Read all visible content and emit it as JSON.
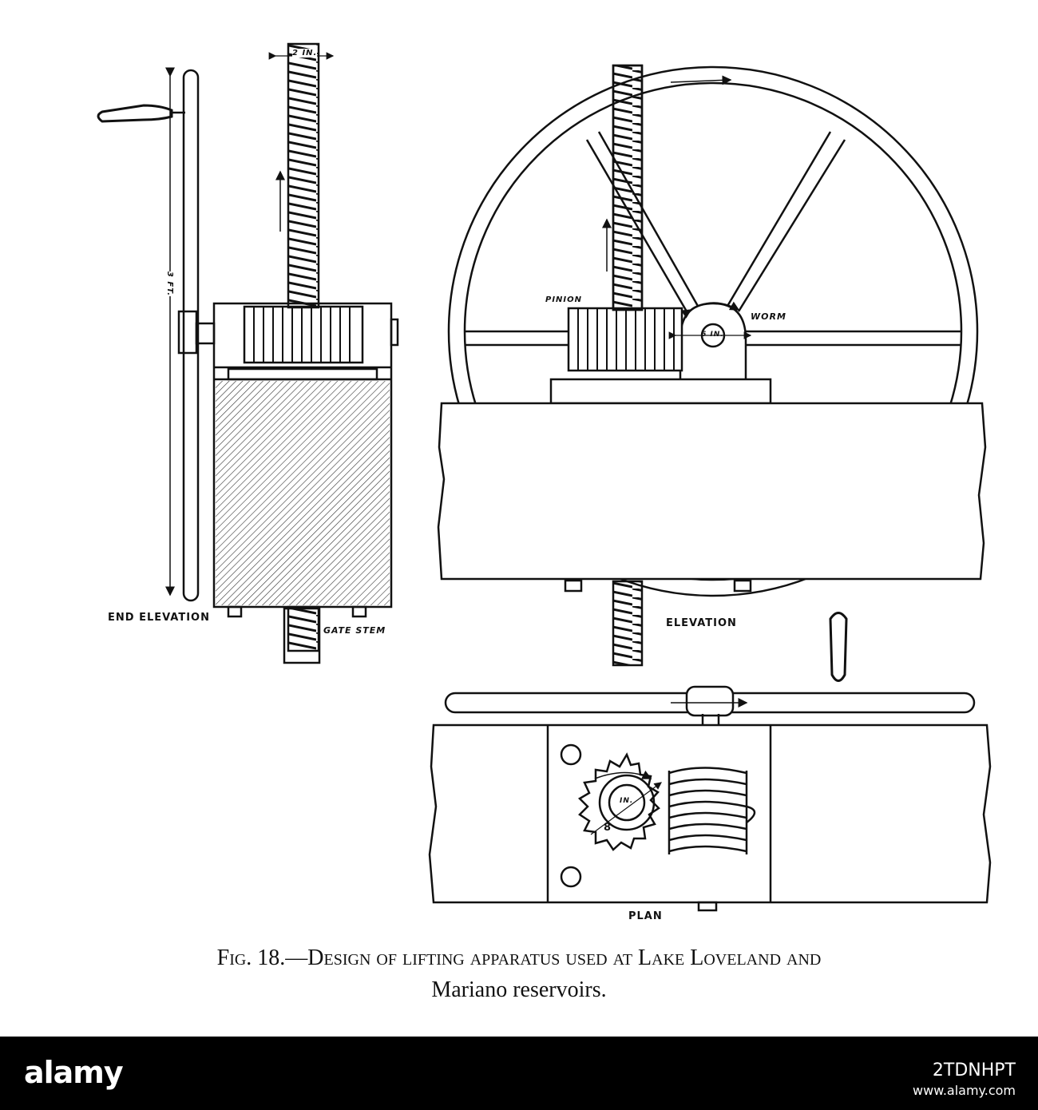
{
  "labels": {
    "end_elevation": "END ELEVATION",
    "gate_stem": "GATE STEM",
    "elevation": "ELEVATION",
    "plan": "PLAN",
    "pinion": "PINION",
    "worm": "WORM",
    "dim_stem": "2 IN.",
    "dim_height": "3 FT.",
    "dim_worm": "6 IN.",
    "dim_gear_outer": "8",
    "dim_gear_inner": "IN."
  },
  "caption": {
    "line1": "Fig. 18.—Design of lifting apparatus used at Lake Loveland and",
    "line2": "Mariano reservoirs."
  },
  "footer": {
    "logo": "alamy",
    "image_id": "2TDNHPT",
    "url": "www.alamy.com"
  },
  "colors": {
    "ink": "#111111",
    "background": "#ffffff",
    "footer": "#000000"
  }
}
